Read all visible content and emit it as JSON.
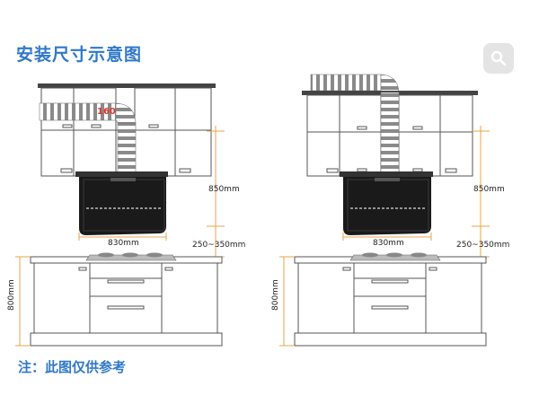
{
  "title": "安装尺寸示意图",
  "note": "注：此图仅供参考",
  "image_search_icon": "image-search-icon",
  "colors": {
    "title_blue": "#2f78c8",
    "line": "#555555",
    "dimension_orange": "#e8a54a",
    "hood_black": "#1a1a1a"
  },
  "left_diagram": {
    "duct_diameter": "160",
    "hood_width": "830mm",
    "cabinet_to_counter": "850mm",
    "hood_to_cooktop": "250~350mm",
    "counter_height": "800mm"
  },
  "right_diagram": {
    "hood_width": "830mm",
    "cabinet_to_counter": "850mm",
    "hood_to_cooktop": "250~350mm",
    "counter_height": "800mm"
  }
}
